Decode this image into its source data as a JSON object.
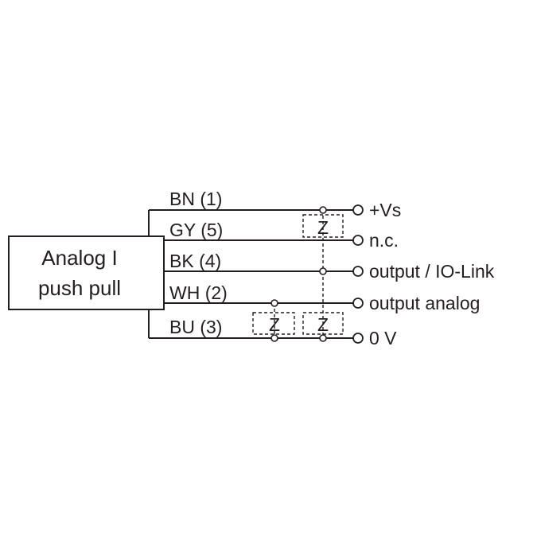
{
  "device": {
    "line1": "Analog I",
    "line2": "push pull"
  },
  "wires": [
    {
      "color": "BN (1)",
      "terminal": "+Vs"
    },
    {
      "color": "GY (5)",
      "terminal": "n.c."
    },
    {
      "color": "BK (4)",
      "terminal": "output / IO-Link"
    },
    {
      "color": "WH (2)",
      "terminal": "output analog"
    },
    {
      "color": "BU (3)",
      "terminal": "0 V"
    }
  ],
  "loads": {
    "z1": "Z",
    "z2": "Z",
    "z3": "Z"
  }
}
